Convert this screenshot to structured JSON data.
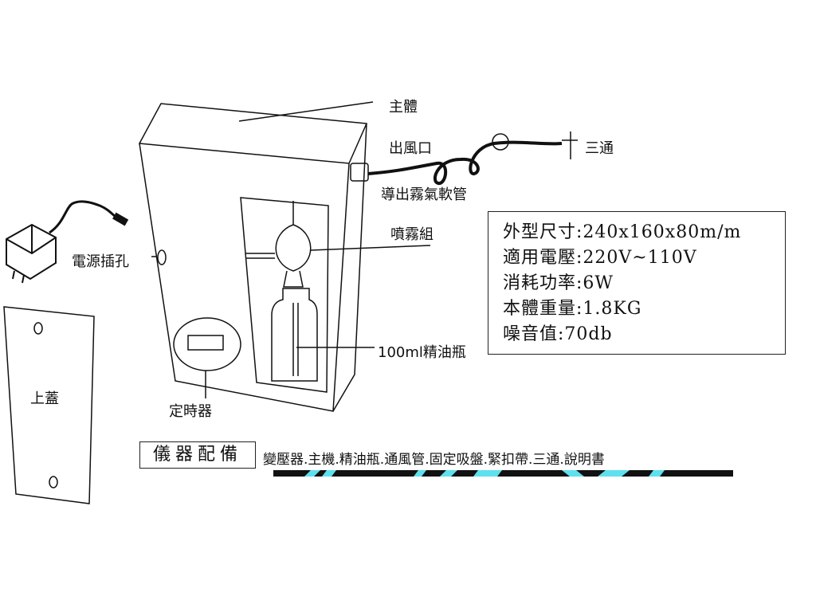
{
  "labels": {
    "main_body": "主體",
    "air_outlet": "出風口",
    "tee": "三通",
    "mist_hose": "導出霧氣軟管",
    "spray_unit": "噴霧組",
    "power_jack": "電源插孔",
    "oil_bottle": "100ml精油瓶",
    "top_cover": "上蓋",
    "timer": "定時器"
  },
  "specs": [
    "外型尺寸:240x160x80m/m",
    "適用電壓:220V~110V",
    "消耗功率:6W",
    "本體重量:1.8KG",
    "噪音值:70db"
  ],
  "accessories": {
    "label": "儀器配備",
    "text": "變壓器.主機.精油瓶.通風管.固定吸盤.緊扣帶.三通.說明書"
  },
  "colors": {
    "line": "#111111",
    "accent_band": "#5fe0ee"
  }
}
